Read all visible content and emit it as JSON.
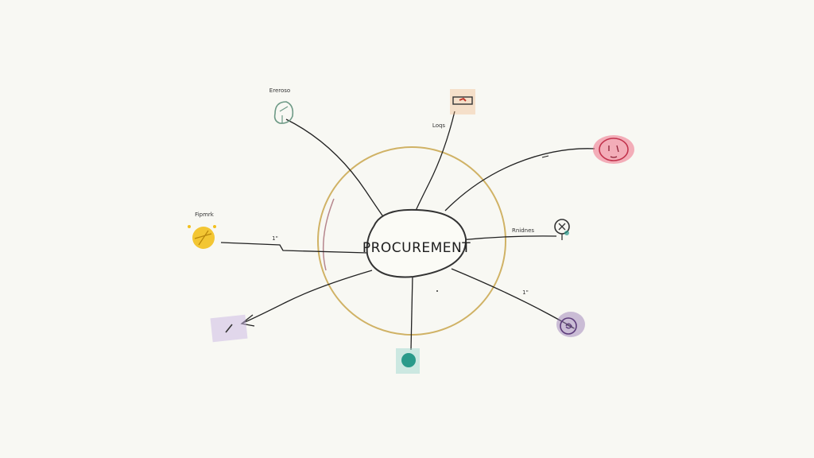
{
  "diagram": {
    "center_label": "PROCUREMENT",
    "labels": {
      "top_left": "Ereroso",
      "top_right_pos": "Loqs",
      "left": "Fipmrk",
      "left_line": "1\"",
      "right": "Rnidnes",
      "bottom_right": "1\""
    },
    "colors": {
      "ring": "#c9a64b",
      "ring_inner": "#8a3b4a",
      "teal_node": "#2a9a8a",
      "yellow_node": "#f2c01e",
      "pink_node": "#ee6f86",
      "purple_node": "#9b7fb8",
      "green_outline_node": "#6e9a86",
      "orange_node": "#f2b17a"
    },
    "nodes": [
      {
        "name": "green-leaf-node",
        "icon": "leaf-icon"
      },
      {
        "name": "orange-box-node",
        "icon": "box-icon"
      },
      {
        "name": "pink-face-node",
        "icon": "face-icon"
      },
      {
        "name": "yellow-ball-node",
        "icon": "ball-icon"
      },
      {
        "name": "stick-figure-node",
        "icon": "person-icon"
      },
      {
        "name": "lavender-arrow-node",
        "icon": "arrow-icon"
      },
      {
        "name": "teal-circle-node",
        "icon": "circle-icon"
      },
      {
        "name": "purple-spiral-node",
        "icon": "spiral-icon"
      }
    ]
  }
}
